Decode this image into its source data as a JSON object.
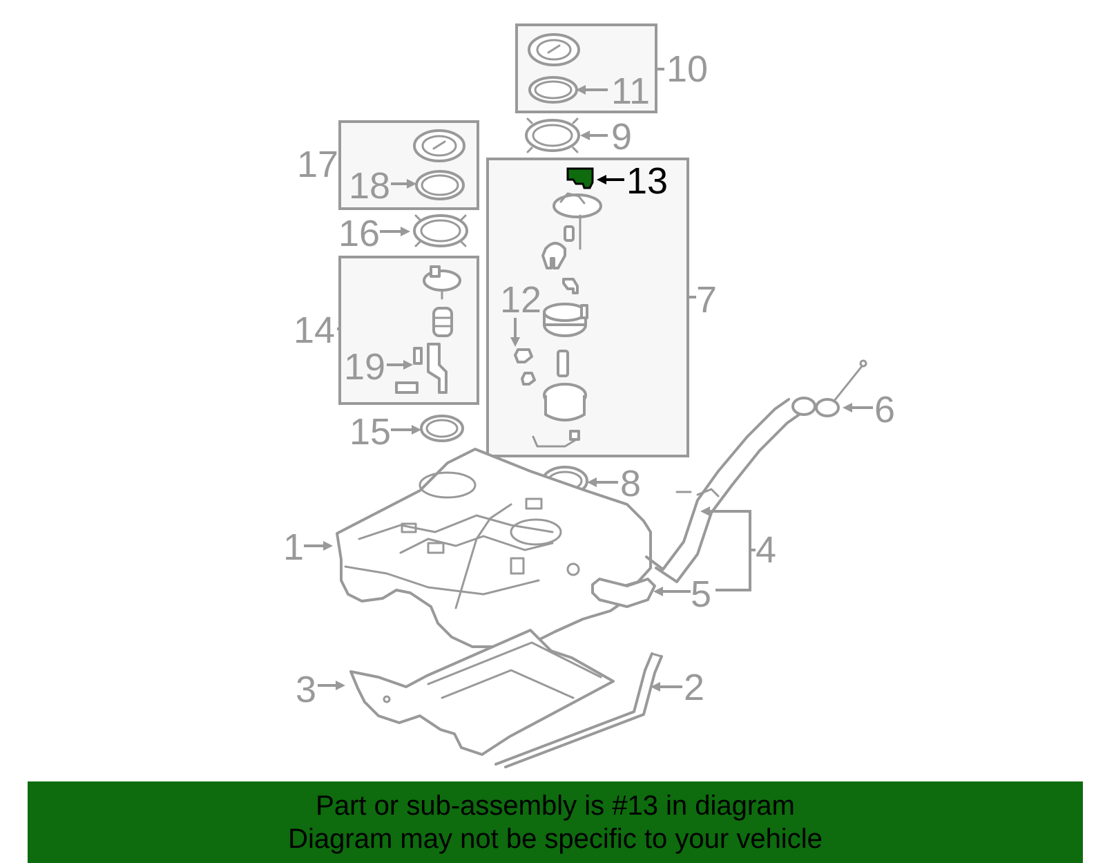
{
  "diagram": {
    "callouts": [
      "1",
      "2",
      "3",
      "4",
      "5",
      "6",
      "7",
      "8",
      "9",
      "10",
      "11",
      "12",
      "13",
      "14",
      "15",
      "16",
      "17",
      "18",
      "19"
    ],
    "highlighted_part": "13",
    "highlight_color": "#0e6b0e",
    "line_color": "#999999"
  },
  "banner": {
    "line1": "Part or sub-assembly is #13 in diagram",
    "line2": "Diagram may not be specific to your vehicle",
    "background": "#0e6b0e"
  }
}
